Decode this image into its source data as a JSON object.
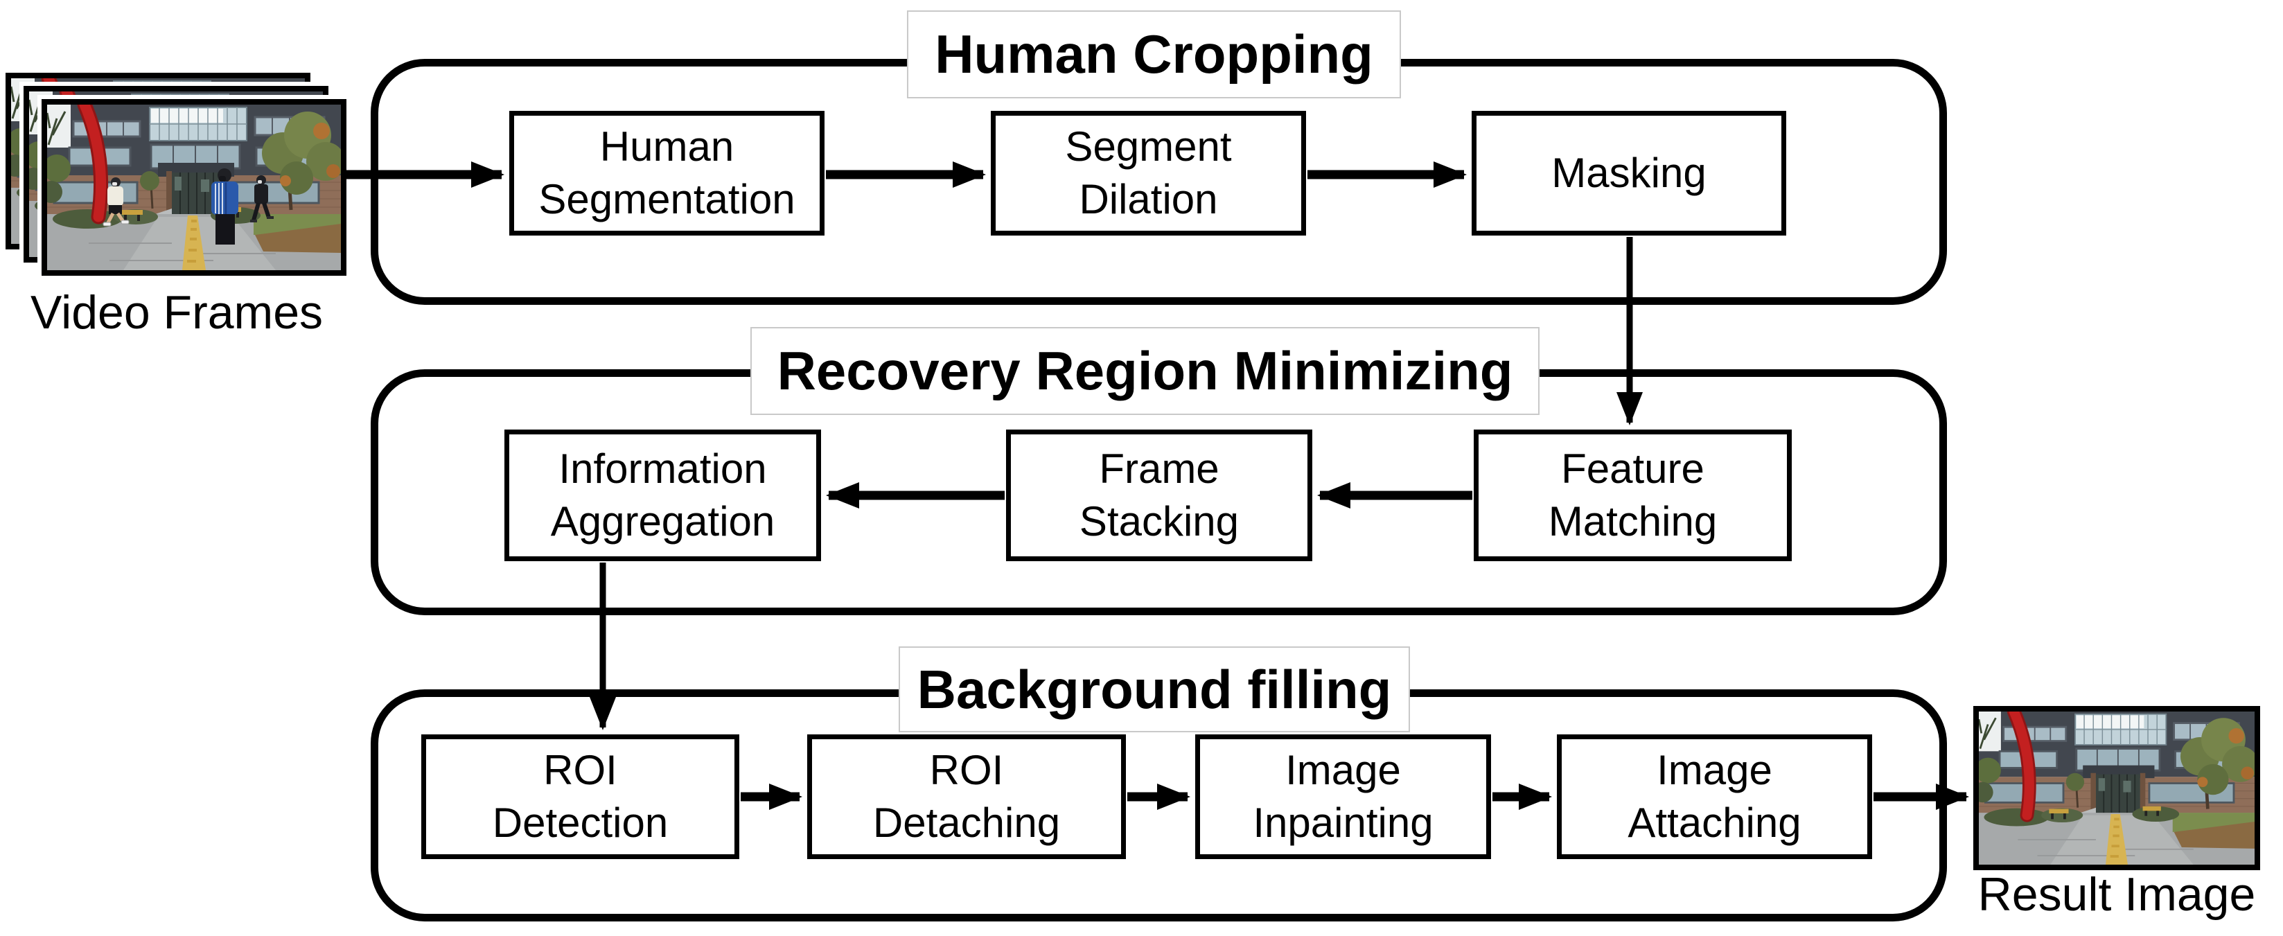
{
  "diagram": {
    "input_label": "Video Frames",
    "output_label": "Result Image",
    "stages": [
      {
        "title": "Human Cropping",
        "boxes": [
          {
            "label": "Human\nSegmentation"
          },
          {
            "label": "Segment\nDilation"
          },
          {
            "label": "Masking"
          }
        ]
      },
      {
        "title": "Recovery Region Minimizing",
        "boxes": [
          {
            "label": "Information\nAggregation"
          },
          {
            "label": "Frame\nStacking"
          },
          {
            "label": "Feature\nMatching"
          }
        ]
      },
      {
        "title": "Background filling",
        "boxes": [
          {
            "label": "ROI\nDetection"
          },
          {
            "label": "ROI\nDetaching"
          },
          {
            "label": "Image\nInpainting"
          },
          {
            "label": "Image\nAttaching"
          }
        ]
      }
    ],
    "colors": {
      "line": "#000000",
      "box_background": "#ffffff",
      "title_plate_border": "#c9c9c9",
      "text": "#000000"
    },
    "photo_palette": {
      "building": "#42474f",
      "glass": "#c2d3da",
      "brick": "#8f6e59",
      "sculpture_red": "#c32020",
      "foliage": "#6d7b45",
      "pavement": "#a6a9aa",
      "tactile_path": "#d7b452",
      "jacket_blue": "#2a59ab",
      "bush": "#4d5c3c",
      "grass": "#7b8d4e"
    }
  }
}
